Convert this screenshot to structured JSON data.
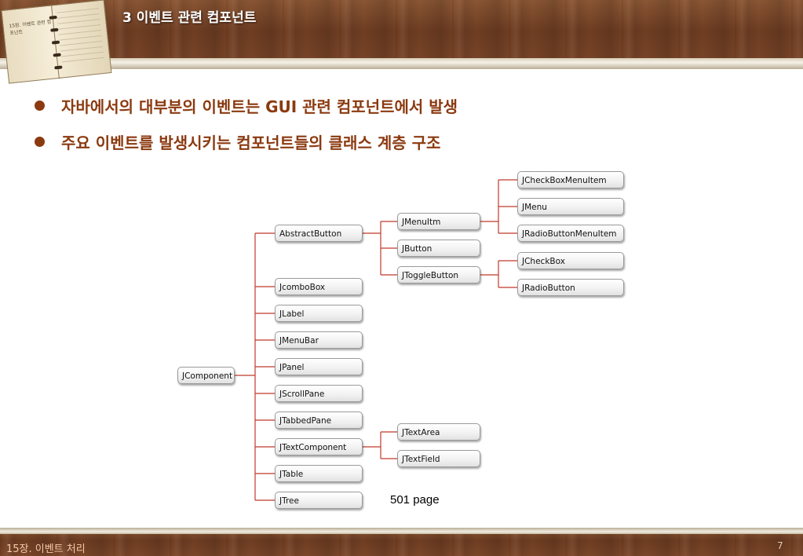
{
  "header": {
    "title": "3 이벤트 관련 컴포넌트",
    "book_caption": "15장. 이벤트 관련 컴포넌트"
  },
  "bullets": [
    "자바에서의 대부분의 이벤트는 GUI 관련 컴포넌트에서 발생",
    "주요 이벤트를 발생시키는 컴포넌트들의 클래스 계층 구조"
  ],
  "diagram": {
    "root": "JComponent",
    "level1": [
      "AbstractButton",
      "JcomboBox",
      "JLabel",
      "JMenuBar",
      "JPanel",
      "JScrollPane",
      "JTabbedPane",
      "JTextComponent",
      "JTable",
      "JTree"
    ],
    "abstract_button_children": [
      "JMenuItm",
      "JButton",
      "JToggleButton"
    ],
    "menu_item_children": [
      "JCheckBoxMenuItem",
      "JMenu",
      "JRadioButtonMenuItem"
    ],
    "toggle_children": [
      "JCheckBox",
      "JRadioButton"
    ],
    "text_children": [
      "JTextArea",
      "JTextField"
    ],
    "line_color": "#c0392b"
  },
  "page_note": "501 page",
  "footer": {
    "left": "15장. 이벤트 처리",
    "page_number": "7"
  },
  "colors": {
    "bullet": "#8b3a10",
    "title": "#ffffff"
  }
}
